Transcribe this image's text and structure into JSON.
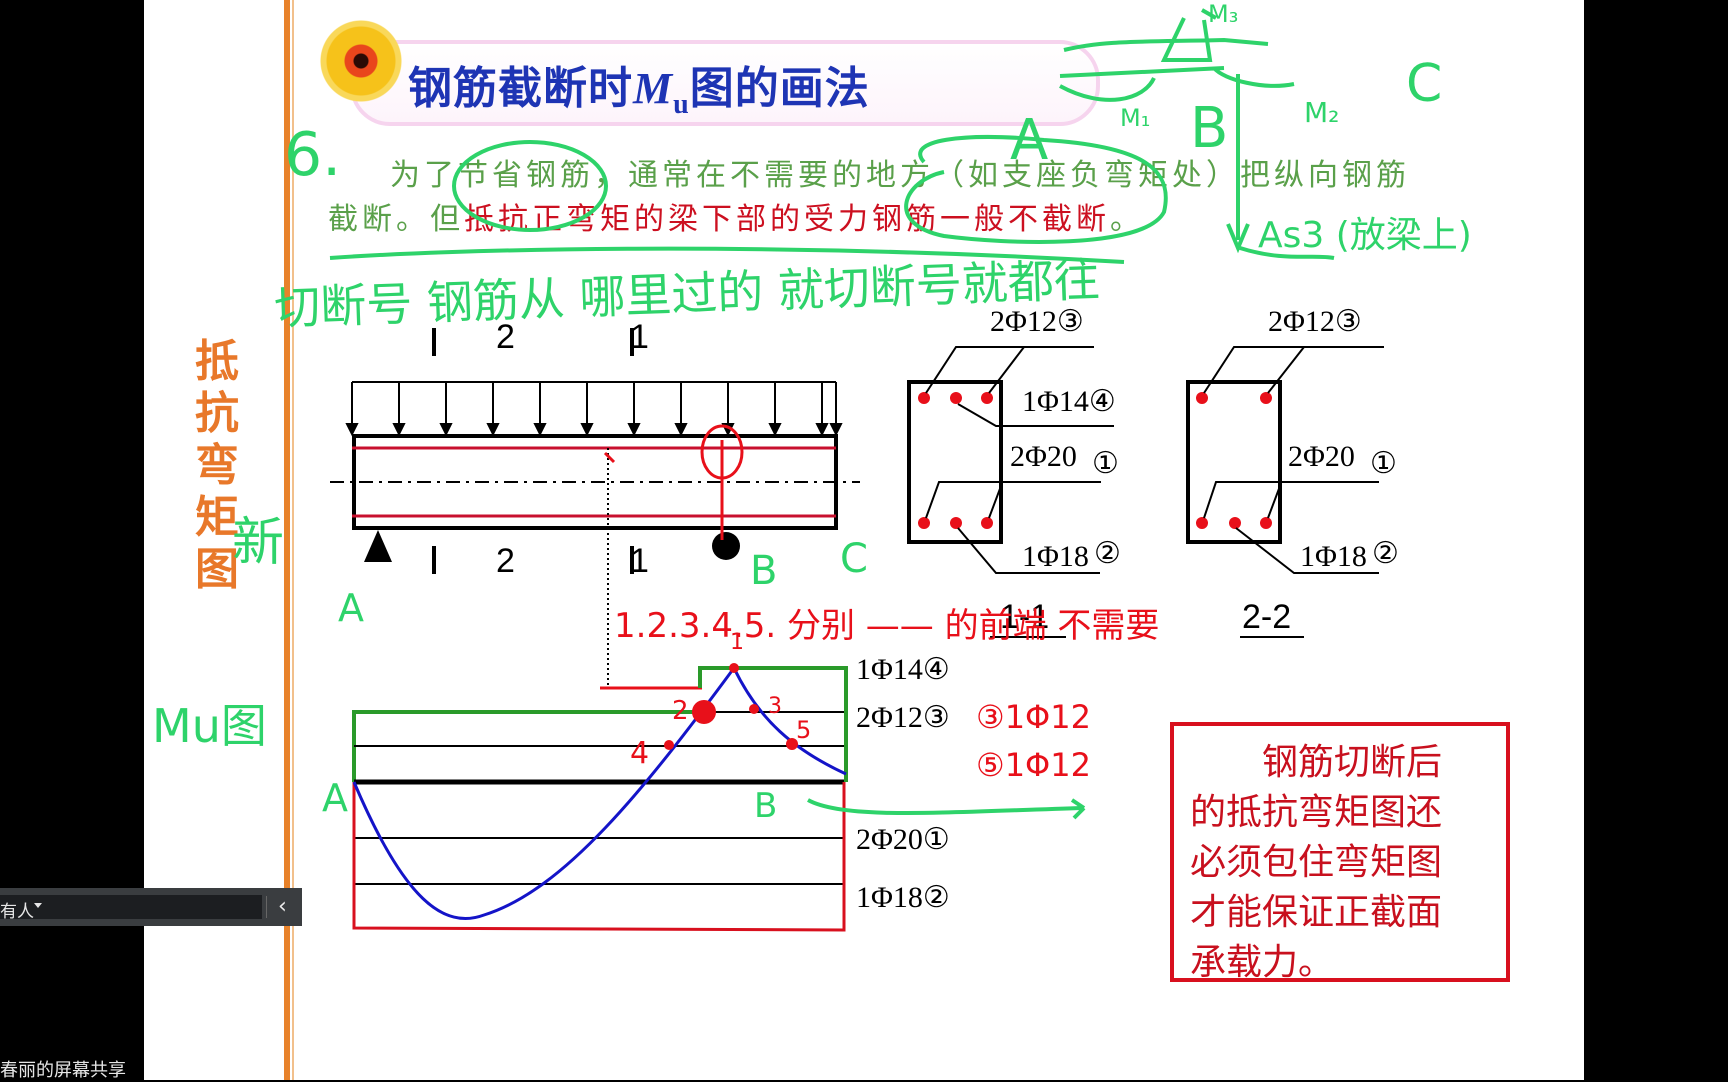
{
  "slide": {
    "side_title": [
      "抵",
      "抗",
      "弯",
      "矩",
      "图"
    ],
    "title_prefix": "钢筋截断时",
    "title_symbol": "M",
    "title_subscript": "u",
    "title_suffix": "图的画法",
    "paragraph_line1": "为了节省钢筋，通常在不需要的地方（如支座负弯矩处）把纵向钢筋",
    "paragraph_line2_green": "截断。但",
    "paragraph_line2_red": "抵抗正弯矩的梁下部的受力钢筋一般不截断",
    "paragraph_line2_end": "。",
    "beam_section_labels": {
      "sec2_top": "2",
      "sec1_top": "1",
      "sec2_bottom": "2",
      "sec1_bottom": "1"
    },
    "section_1_1": {
      "caption": "1-1",
      "top_bars": "2Φ12③",
      "mid_bar": "1Φ14④",
      "bottom_bars": "2Φ20",
      "bottom_bars_mark": "①",
      "bottom_mid_bar": "1Φ18",
      "bottom_mid_bar_mark": "②"
    },
    "section_2_2": {
      "caption": "2-2",
      "top_bars": "2Φ12③",
      "bottom_bars": "2Φ20",
      "bottom_bars_mark": "①",
      "bottom_mid_bar": "1Φ18",
      "bottom_mid_bar_mark": "②"
    },
    "mu_diagram_labels": [
      "1Φ14④",
      "2Φ12③",
      "2Φ20①",
      "1Φ18②"
    ],
    "note": [
      "钢筋切断后",
      "的抵抗弯矩图还",
      "必须包住弯矩图",
      "才能保证正截面",
      "承载力。"
    ]
  },
  "annotations": {
    "green": {
      "number": "6.",
      "line_handwriting": "切断号  钢筋从  哪里过的  就切断号就都往",
      "side_new": "新",
      "mu_label": "Mu图",
      "A_label": "A",
      "B_label": "B",
      "C_label": "C",
      "M1": "M₁",
      "M2": "M₂",
      "M3": "M₃",
      "As3": "As3 (放梁上)"
    },
    "red": {
      "points_note": "1.2.3.4.5.  分别 —— 的前端 不需要",
      "point_labels": [
        "1",
        "2",
        "3",
        "4",
        "5"
      ],
      "rebar_note_3": "③1Φ12",
      "rebar_note_5": "⑤1Φ12"
    }
  },
  "screen_share": {
    "viewer_label": "有人",
    "caption": "春丽的屏幕共享"
  },
  "colors": {
    "title_blue": "#1e34b4",
    "orange": "#e8782a",
    "rebar_red": "#d8101e",
    "ink_green": "#2ed36a",
    "moment_blue": "#1414c8",
    "mu_green": "#2a9a2a"
  }
}
